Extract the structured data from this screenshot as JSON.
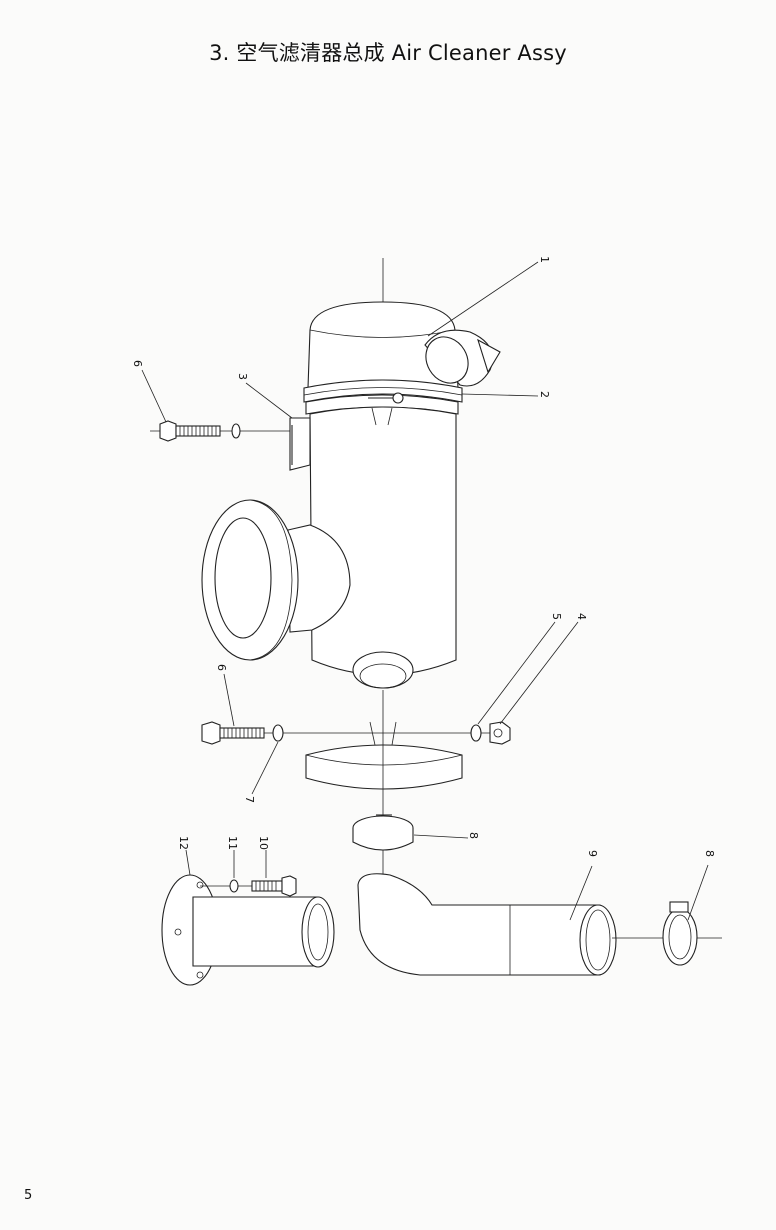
{
  "document": {
    "title": "3.  空气滤清器总成  Air Cleaner Assy",
    "page_number": "5"
  },
  "callouts": [
    {
      "id": "c1",
      "label": "1"
    },
    {
      "id": "c2",
      "label": "2"
    },
    {
      "id": "c3",
      "label": "3"
    },
    {
      "id": "c4",
      "label": "4"
    },
    {
      "id": "c5",
      "label": "5"
    },
    {
      "id": "c6a",
      "label": "6"
    },
    {
      "id": "c6b",
      "label": "6"
    },
    {
      "id": "c7",
      "label": "7"
    },
    {
      "id": "c8a",
      "label": "8"
    },
    {
      "id": "c8b",
      "label": "8"
    },
    {
      "id": "c9",
      "label": "9"
    },
    {
      "id": "c10",
      "label": "10"
    },
    {
      "id": "c11",
      "label": "11"
    },
    {
      "id": "c12",
      "label": "12"
    }
  ]
}
